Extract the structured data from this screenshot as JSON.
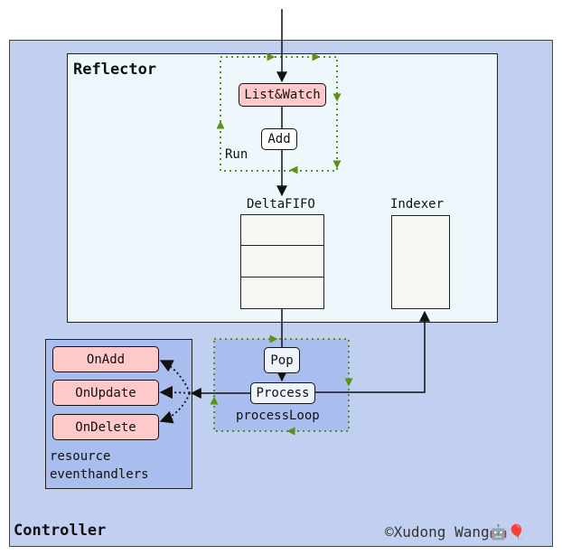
{
  "controller": {
    "title": "Controller",
    "copyright": "©Xudong Wang🤖🎈"
  },
  "reflector": {
    "title": "Reflector"
  },
  "list_watch": {
    "label": "List&Watch"
  },
  "add": {
    "label": "Add"
  },
  "run": {
    "label": "Run"
  },
  "deltafifo": {
    "label": "DeltaFIFO"
  },
  "indexer": {
    "label": "Indexer"
  },
  "pop": {
    "label": "Pop"
  },
  "process": {
    "label": "Process"
  },
  "process_loop": {
    "label": "processLoop"
  },
  "handlers": {
    "items": [
      "OnAdd",
      "OnUpdate",
      "OnDelete"
    ],
    "caption_line1": "resource",
    "caption_line2": "eventhandlers"
  },
  "colors": {
    "controller_bg": "#c1cff1",
    "reflector_bg": "#eef8fc",
    "handler_bg": "#a9bdee",
    "pink": "#ffc9c9",
    "loop_green": "#5a9216"
  }
}
